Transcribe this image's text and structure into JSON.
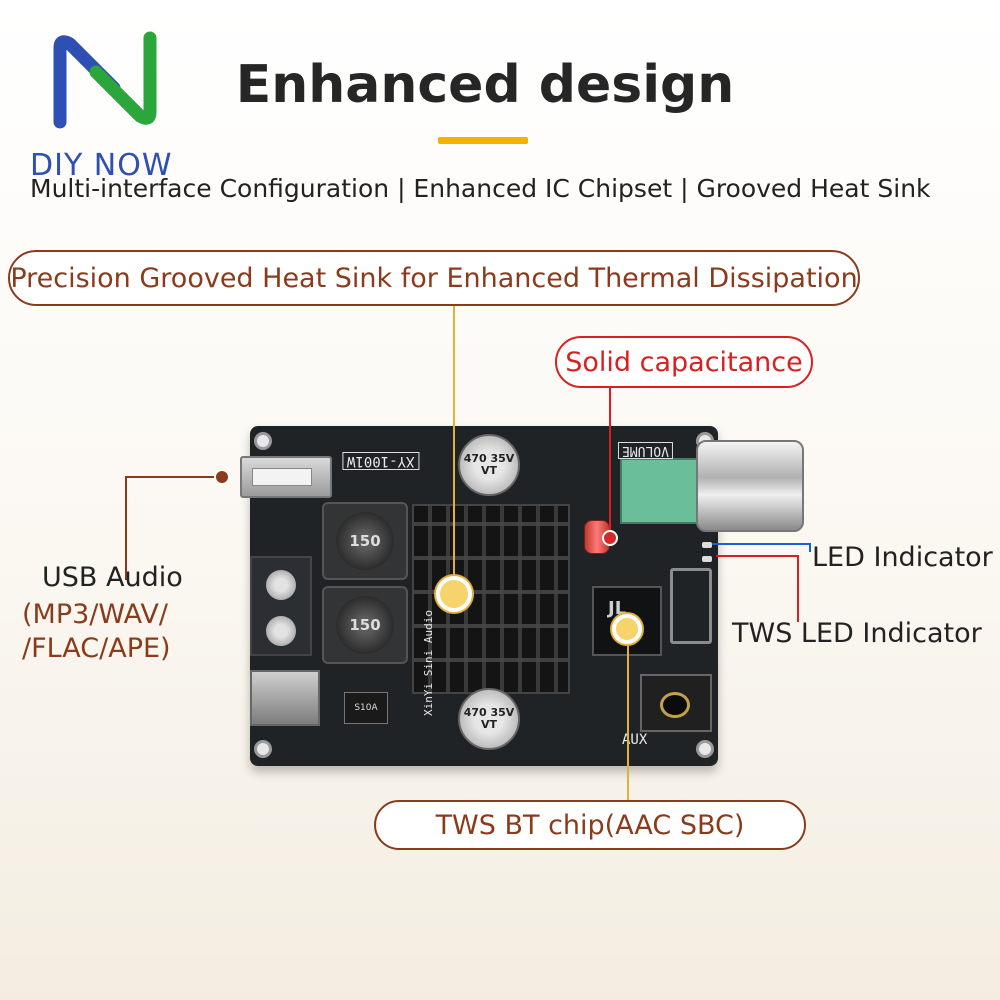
{
  "brand": {
    "name": "DIY NOW",
    "logo_icon": "diy-now-logo-icon",
    "colors": {
      "primary": "#2e4fb3",
      "accent": "#2aa63a"
    }
  },
  "heading": {
    "title": "Enhanced design",
    "underline_color": "#f0b400"
  },
  "subtitle": "Multi-interface Configuration | Enhanced IC Chipset | Grooved Heat Sink",
  "callouts": {
    "heatsink": "Precision Grooved Heat Sink for Enhanced Thermal Dissipation",
    "capacitance": "Solid capacitance",
    "bt_chip": "TWS BT chip(AAC SBC)"
  },
  "side_labels": {
    "usb_title": "USB Audio",
    "usb_formats": [
      "(MP3/WAV/",
      "/FLAC/APE)"
    ],
    "led_indicator": "LED Indicator",
    "tws_led_indicator": "TWS LED Indicator"
  },
  "board_silk": {
    "model": "XY-1001W",
    "volume": "VOLUME",
    "aux": "AUX",
    "brand": "XinYi Sini Audio",
    "inductor_value": "150",
    "capacitor_value": "470 35V VT",
    "diode": "S10A",
    "chip_logo": "JL"
  },
  "colors": {
    "callout_brown": "#8a3b1c",
    "callout_red": "#d92020",
    "led_line_blue": "#1f5fd6"
  }
}
